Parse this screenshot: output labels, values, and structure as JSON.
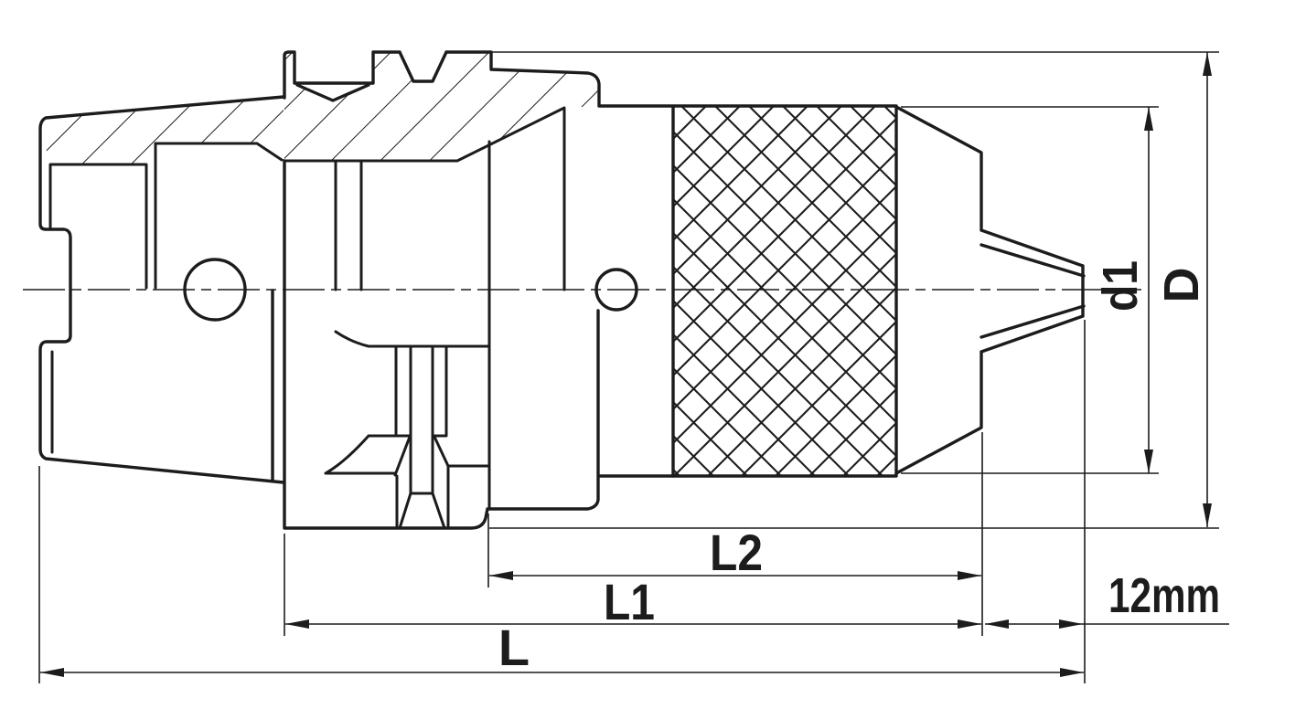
{
  "drawing": {
    "background": "#ffffff",
    "line_color": "#1c1c1c",
    "labels": {
      "L2": "L2",
      "L1": "L1",
      "L": "L",
      "projection": "12mm",
      "d1": "d1",
      "D": "D"
    }
  }
}
